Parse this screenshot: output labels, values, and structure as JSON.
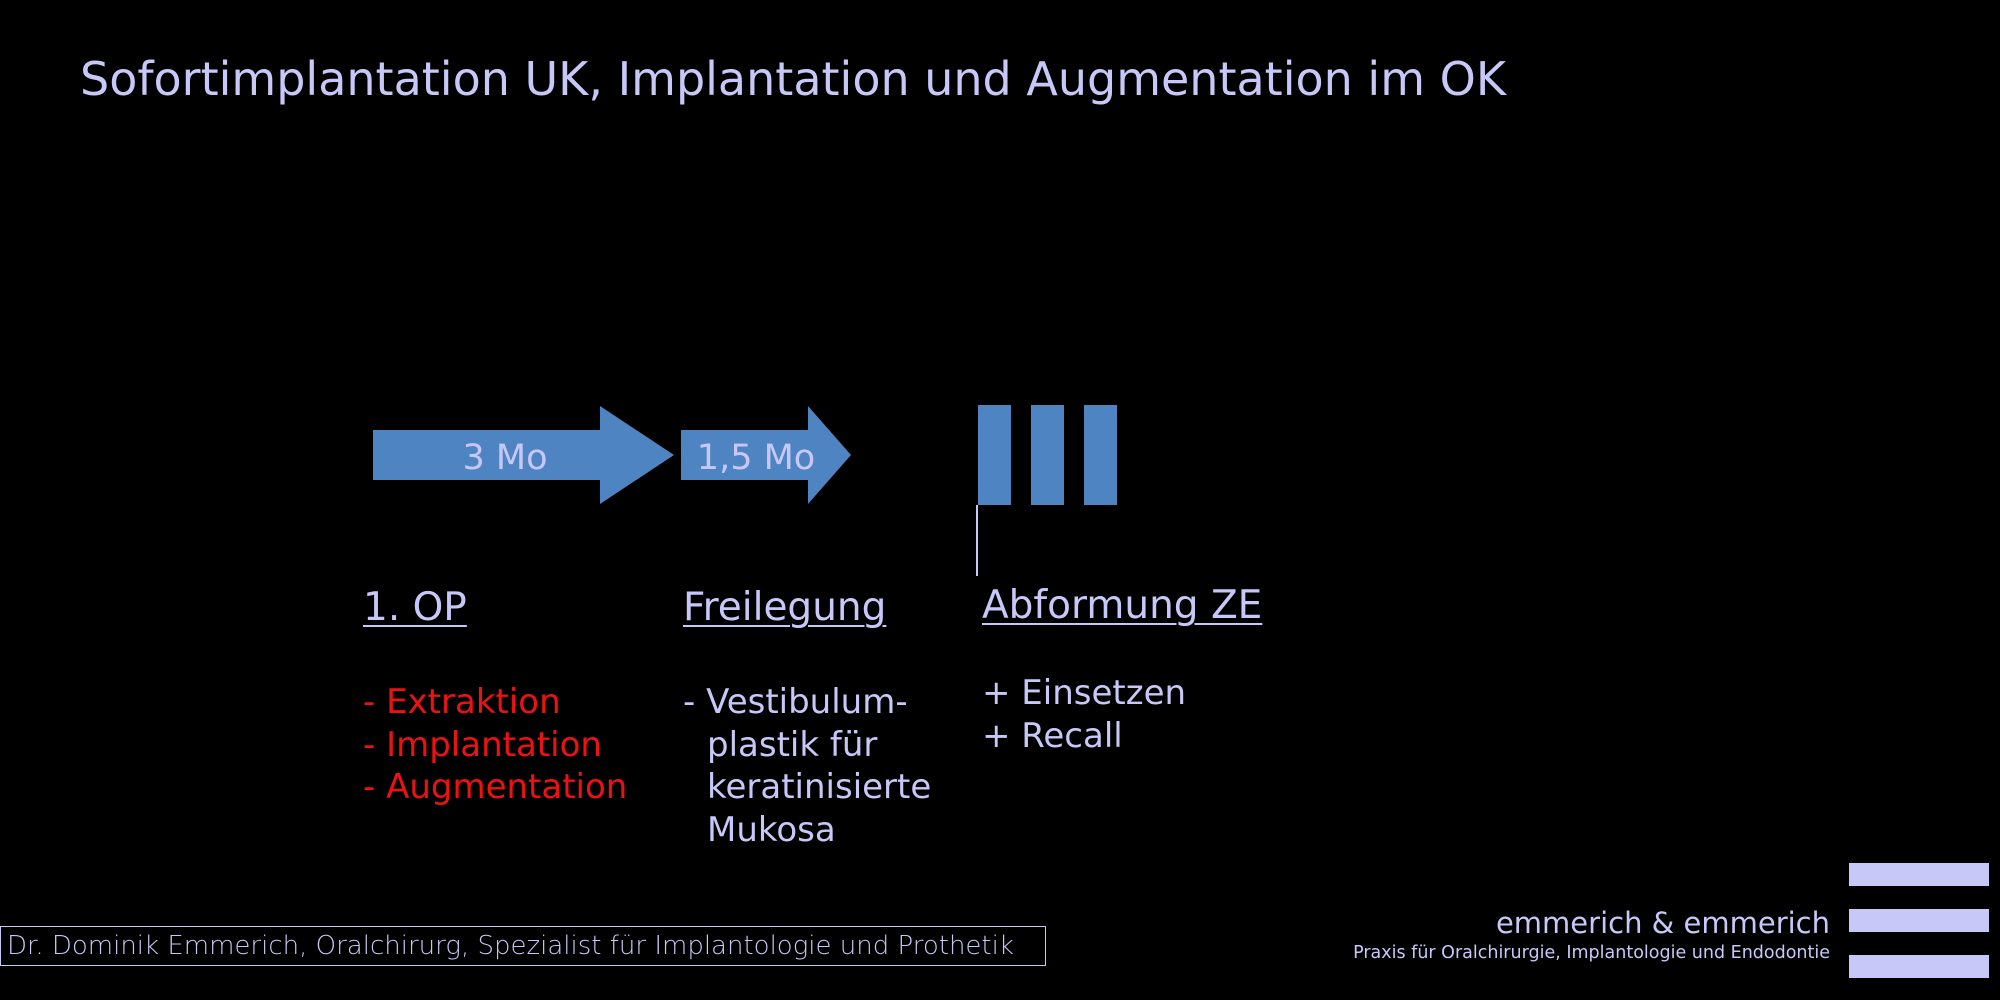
{
  "slide": {
    "title": "Sofortimplantation UK, Implantation und Augmentation im OK"
  },
  "timeline": {
    "arrow_color": "#4f84c2",
    "arrow_1_label": "3 Mo",
    "arrow_2_label": "1,5 Mo",
    "block_count": 3
  },
  "phases": {
    "op": {
      "heading": "1. OP",
      "items": [
        "- Extraktion",
        "- Implantation",
        "- Augmentation"
      ],
      "color": "#ee1111"
    },
    "freilegung": {
      "heading": "Freilegung",
      "items": [
        "- Vestibulum-plastik für keratinisierte Mukosa"
      ]
    },
    "abformung": {
      "heading": "Abformung ZE",
      "items": [
        "+ Einsetzen",
        "+ Recall"
      ]
    }
  },
  "footer": {
    "author": "Dr. Dominik Emmerich, Oralchirurg, Spezialist für Implantologie und Prothetik",
    "brand_name": "emmerich & emmerich",
    "brand_sub": "Praxis für Oralchirurgie, Implantologie und Endodontie"
  },
  "colors": {
    "background": "#000000",
    "text": "#c8c8f8",
    "accent_red": "#ee1111"
  }
}
